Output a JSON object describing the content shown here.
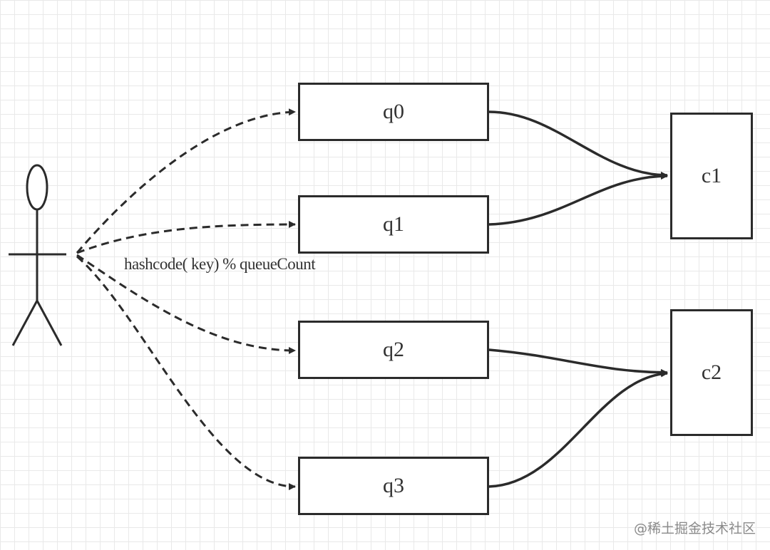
{
  "diagram": {
    "edge_label": "hashcode( key) % queueCount",
    "queues": [
      {
        "id": "q0",
        "label": "q0"
      },
      {
        "id": "q1",
        "label": "q1"
      },
      {
        "id": "q2",
        "label": "q2"
      },
      {
        "id": "q3",
        "label": "q3"
      }
    ],
    "consumers": [
      {
        "id": "c1",
        "label": "c1"
      },
      {
        "id": "c2",
        "label": "c2"
      }
    ],
    "edges": [
      {
        "from": "producer",
        "to": "q0",
        "style": "dashed"
      },
      {
        "from": "producer",
        "to": "q1",
        "style": "dashed"
      },
      {
        "from": "producer",
        "to": "q2",
        "style": "dashed"
      },
      {
        "from": "producer",
        "to": "q3",
        "style": "dashed"
      },
      {
        "from": "q0",
        "to": "c1",
        "style": "solid"
      },
      {
        "from": "q1",
        "to": "c1",
        "style": "solid"
      },
      {
        "from": "q2",
        "to": "c2",
        "style": "solid"
      },
      {
        "from": "q3",
        "to": "c2",
        "style": "solid"
      }
    ],
    "colors": {
      "stroke": "#2b2b2b",
      "text": "#333333",
      "grid": "#e9e9e9"
    }
  },
  "watermark": "@稀土掘金技术社区"
}
